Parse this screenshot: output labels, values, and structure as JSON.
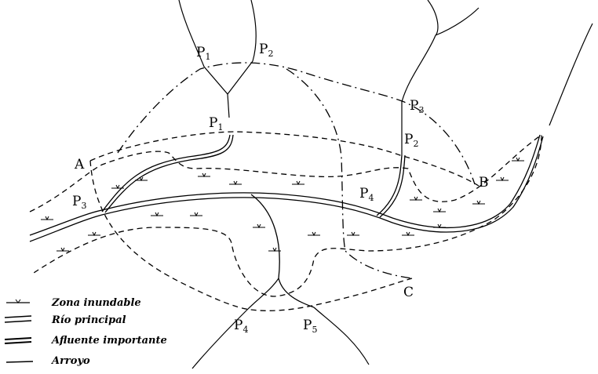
{
  "labels": {
    "p1_top": {
      "main": "P",
      "sub": "1"
    },
    "p2_top": {
      "main": "P",
      "sub": "2"
    },
    "p3_top": {
      "main": "P",
      "sub": "3"
    },
    "p1_mid": {
      "main": "P",
      "sub": "1"
    },
    "p2_mid": {
      "main": "P",
      "sub": "2"
    },
    "p3_left": {
      "main": "P",
      "sub": "3"
    },
    "p4_mid": {
      "main": "P",
      "sub": "4"
    },
    "p4_bottom": {
      "main": "P",
      "sub": "4"
    },
    "p5_bottom": {
      "main": "P",
      "sub": "5"
    },
    "a": "A",
    "b": "B",
    "c": "C"
  },
  "legend": [
    {
      "icon": "flood-zone-icon",
      "label": "Zona inundable"
    },
    {
      "icon": "main-river-icon",
      "label": "Río principal"
    },
    {
      "icon": "major-tributary-icon",
      "label": "Afluente importante"
    },
    {
      "icon": "stream-icon",
      "label": "Arroyo"
    }
  ]
}
